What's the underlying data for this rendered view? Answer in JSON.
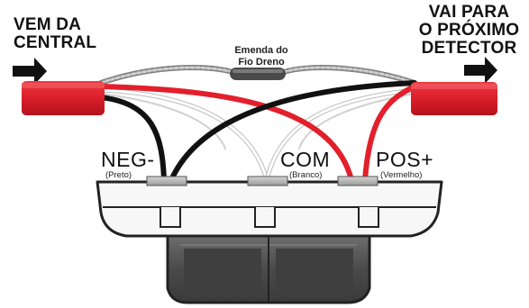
{
  "header": {
    "left_label_line1": "VEM DA",
    "left_label_line2": "CENTRAL",
    "right_label_line1": "VAI PARA",
    "right_label_line2": "O PRÓXIMO",
    "right_label_line3": "DETECTOR"
  },
  "splice": {
    "line1": "Emenda do",
    "line2": "Fio Dreno"
  },
  "terminals": [
    {
      "name": "NEG-",
      "color_name": "(Preto)"
    },
    {
      "name": "COM",
      "color_name": "(Branco)"
    },
    {
      "name": "POS+",
      "color_name": "(Vermelho)"
    }
  ],
  "colors": {
    "red_wire": "#e21f2b",
    "black_wire": "#111111",
    "white_wire": "#d9d9d9",
    "cable_jacket": "#e3212d",
    "drain_splice": "#555555",
    "arrow": "#111111"
  },
  "icons": {
    "incoming": "arrow-right-icon",
    "outgoing": "arrow-right-icon"
  }
}
